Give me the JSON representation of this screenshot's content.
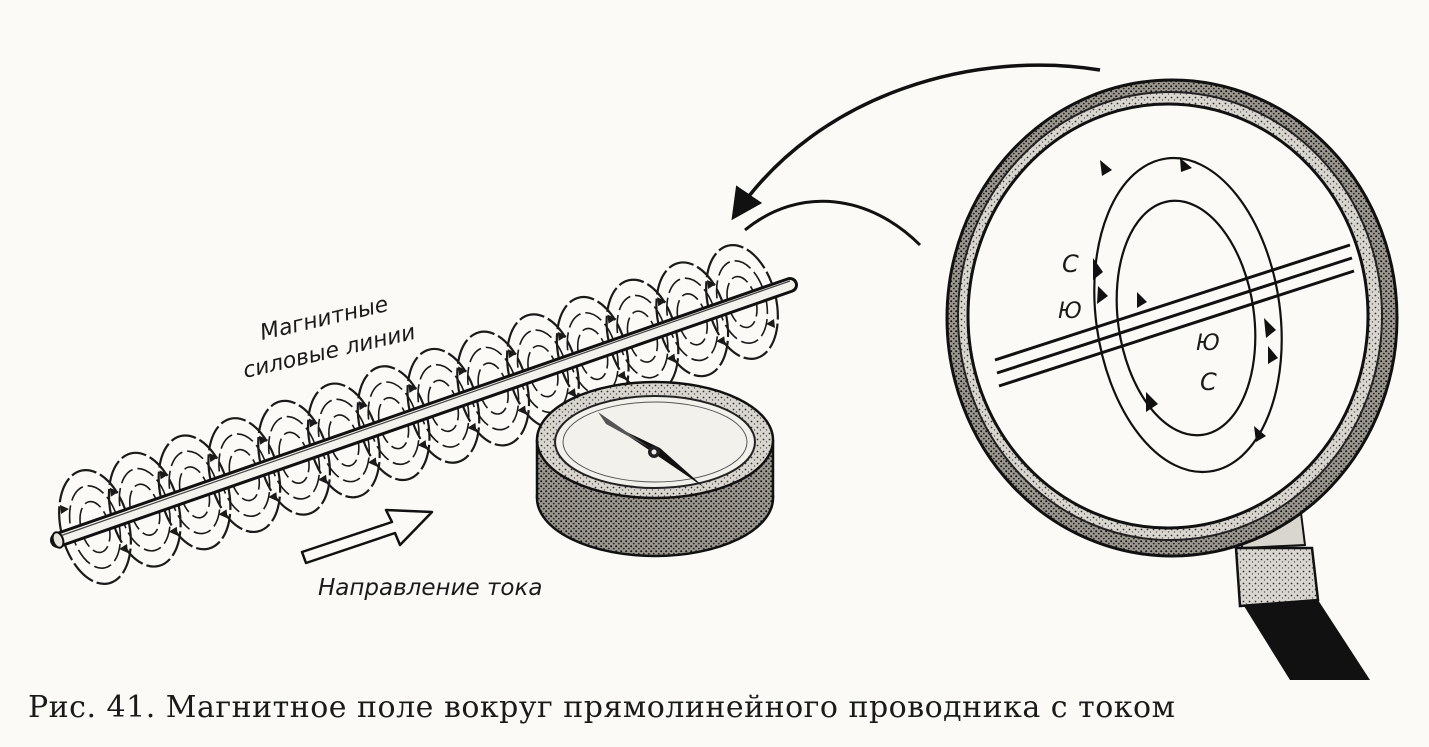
{
  "figure": {
    "labels": {
      "field_lines": "Магнитные силовые линии",
      "field_lines_line1": "Магнитные",
      "field_lines_line2": "силовые линии",
      "current_direction": "Направление тока",
      "pole_north": "С",
      "pole_south": "Ю"
    },
    "icons": [
      "wire",
      "field-loop",
      "compass",
      "magnifying-glass",
      "current-arrow",
      "pointer-arrow"
    ]
  },
  "caption": "Рис. 41. Магнитное поле вокруг прямолинейного проводника с током"
}
